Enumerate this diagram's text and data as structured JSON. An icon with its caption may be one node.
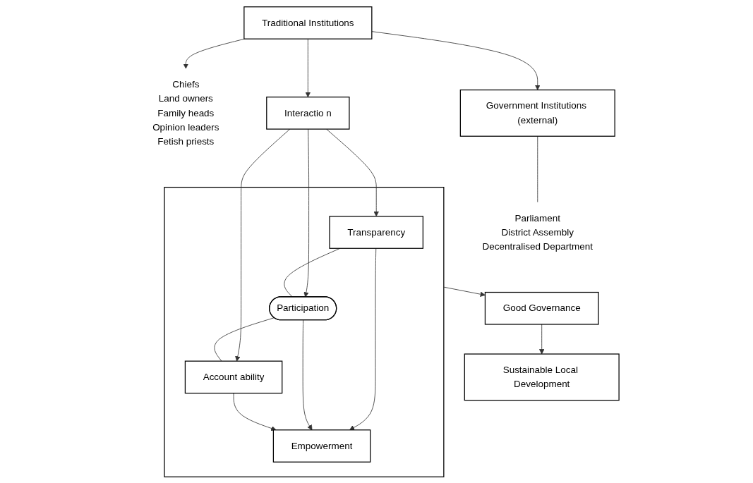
{
  "diagram": {
    "nodes": [
      {
        "text": [
          "Traditional Institutions"
        ]
      },
      {
        "text": [
          "Chiefs",
          "Land owners",
          "Family heads",
          "Opinion leaders",
          "Fetish priests"
        ]
      },
      {
        "text": [
          "Government Institutions (external)"
        ]
      },
      {
        "text": [
          "Parliament",
          "District Assembly",
          "Decentralised Department"
        ]
      },
      {
        "text": [
          "Interactio n"
        ]
      },
      {
        "text": [],
        "shape": "box"
      },
      {
        "text": [
          "Transparency"
        ],
        "in": 5
      },
      {
        "text": [
          "Participation"
        ],
        "in": 5
      },
      {
        "text": [
          "Account ability"
        ],
        "in": 5
      },
      {
        "text": [
          "Empowerment"
        ],
        "in": 5
      },
      {
        "text": [
          "Good Governance"
        ]
      },
      {
        "text": [
          "Sustainable Local Development"
        ]
      }
    ],
    "edges": [
      {
        "from": 0,
        "to": 1,
        "arrow": "to"
      },
      {
        "from": 0,
        "to": 2,
        "arrow": "to"
      },
      {
        "from": 0,
        "to": 4,
        "arrow": "to"
      },
      {
        "from": 2,
        "to": 3,
        "arrow": "none"
      },
      {
        "from": 4,
        "to": 6,
        "arrow": "to"
      },
      {
        "from": 4,
        "to": 7,
        "arrow": "to"
      },
      {
        "from": 4,
        "to": 8,
        "arrow": "to"
      },
      {
        "from": 6,
        "to": 7,
        "arrow": "none"
      },
      {
        "from": 7,
        "to": 8,
        "arrow": "none"
      },
      {
        "from": 6,
        "to": 9,
        "arrow": "to"
      },
      {
        "from": 7,
        "to": 9,
        "arrow": "to"
      },
      {
        "from": 8,
        "to": 9,
        "arrow": "to"
      },
      {
        "from": 5,
        "to": 10,
        "arrow": "to"
      },
      {
        "from": 10,
        "to": 11,
        "arrow": "to"
      }
    ]
  }
}
